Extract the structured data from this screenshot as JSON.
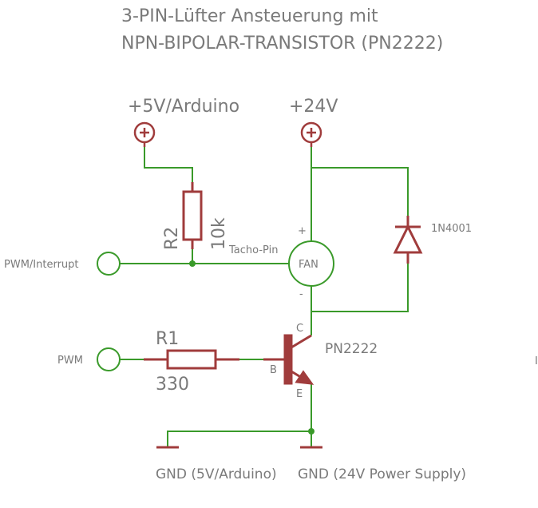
{
  "title": {
    "line1": "3-PIN-Lüfter Ansteuerung mit",
    "line2": "NPN-BIPOLAR-TRANSISTOR (PN2222)"
  },
  "supplies": {
    "v5_label": "+5V/Arduino",
    "v24_label": "+24V"
  },
  "ports": {
    "pwm_interrupt": "PWM/Interrupt",
    "pwm": "PWM",
    "tacho": "Tacho-Pin"
  },
  "resistors": {
    "r2_name": "R2",
    "r2_value": "10k",
    "r1_name": "R1",
    "r1_value": "330"
  },
  "fan": {
    "label": "FAN",
    "plus": "+",
    "minus": "-"
  },
  "diode": {
    "label": "1N4001"
  },
  "transistor": {
    "label": "PN2222",
    "collector": "C",
    "base": "B",
    "emitter": "E"
  },
  "grounds": {
    "gnd_arduino": "GND (5V/Arduino)",
    "gnd_24v": "GND (24V Power Supply)"
  },
  "stray_text": "I",
  "colors": {
    "wire": "#3a9a2a",
    "component": "#a03c3c",
    "text": "#7a7a7a",
    "junction": "#3a9a2a"
  }
}
